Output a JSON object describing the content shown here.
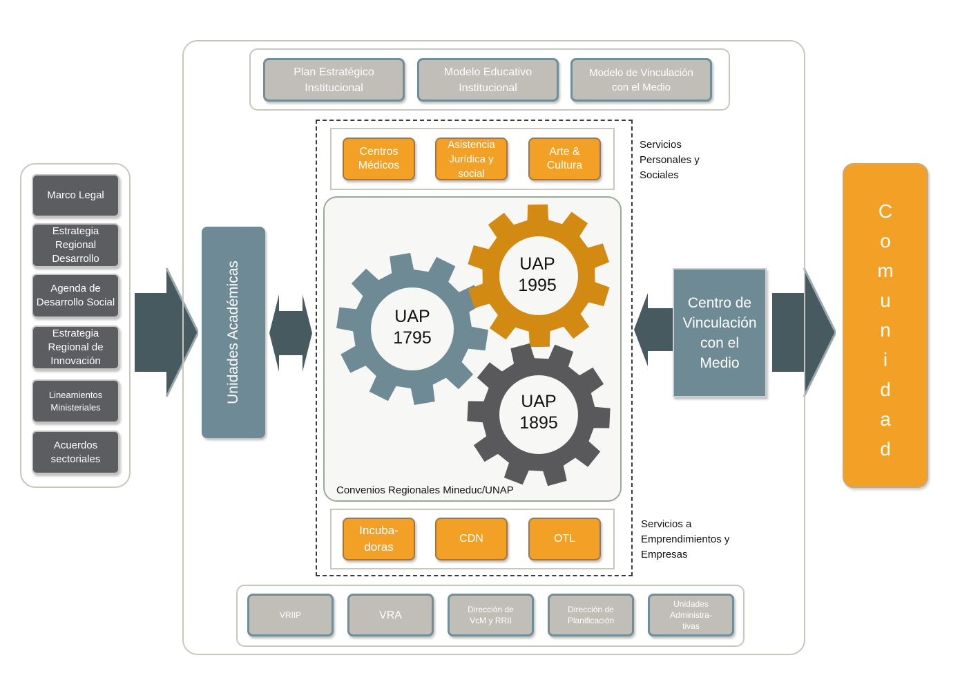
{
  "left_items": [
    {
      "label": "Marco Legal"
    },
    {
      "label": "Estrategia Regional Desarrollo"
    },
    {
      "label": "Agenda de Desarrollo Social"
    },
    {
      "label": "Estrategia Regional de Innovación"
    },
    {
      "label": "Lineamientos Ministeriales"
    },
    {
      "label": "Acuerdos sectoriales"
    }
  ],
  "unidades_academicas": "Unidades Académicas",
  "top_items": [
    {
      "label": "Plan Estratégico Institucional"
    },
    {
      "label": "Modelo Educativo Institucional"
    },
    {
      "label": "Modelo de Vinculación con el Medio"
    }
  ],
  "personal_services": {
    "items": [
      {
        "label": "Centros Médicos"
      },
      {
        "label": "Asistencia Jurídica y social"
      },
      {
        "label": "Arte & Cultura"
      }
    ],
    "caption": "Servicios Personales y Sociales"
  },
  "gears": [
    {
      "label": "UAP",
      "year": "1795",
      "color": "#6d8a95"
    },
    {
      "label": "UAP",
      "year": "1995",
      "color": "#d38a12"
    },
    {
      "label": "UAP",
      "year": "1895",
      "color": "#59595b"
    }
  ],
  "convenios_label": "Convenios Regionales Mineduc/UNAP",
  "business_services": {
    "items": [
      {
        "label": "Incuba- doras"
      },
      {
        "label": "CDN"
      },
      {
        "label": "OTL"
      }
    ],
    "caption": "Servicios a Emprendimientos y Empresas"
  },
  "bottom_items": [
    {
      "label": "VRIIP"
    },
    {
      "label": "VRA"
    },
    {
      "label": "Dirección de VcM y RRII"
    },
    {
      "label": "Dirección de Planificación"
    },
    {
      "label": "Unidades Administra- tivas"
    }
  ],
  "centro_vinculacion": "Centro de Vinculación con el Medio",
  "comunidad": [
    "C",
    "o",
    "m",
    "u",
    "n",
    "i",
    "d",
    "a",
    "d"
  ],
  "colors": {
    "dark_grey": "#5c5d60",
    "slate": "#6d8a95",
    "orange": "#f2a126",
    "arrow": "#465a60",
    "tan": "#c1bdb7"
  }
}
